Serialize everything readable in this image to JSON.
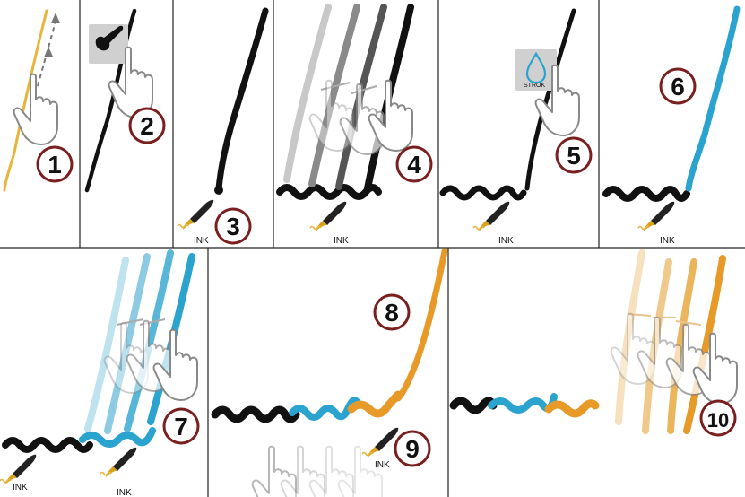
{
  "colors": {
    "yellow": "#e8b53a",
    "black": "#111111",
    "blue": "#2aa3cf",
    "orange": "#e89a28",
    "step_ring": "#7a1f1f",
    "divider": "#222222",
    "hand": "#888888"
  },
  "labels": {
    "ink": "INK",
    "stroke": "STROK"
  },
  "steps": [
    {
      "number": "1"
    },
    {
      "number": "2"
    },
    {
      "number": "3"
    },
    {
      "number": "4"
    },
    {
      "number": "5"
    },
    {
      "number": "6"
    },
    {
      "number": "7"
    },
    {
      "number": "8"
    },
    {
      "number": "9"
    },
    {
      "number": "10"
    }
  ]
}
